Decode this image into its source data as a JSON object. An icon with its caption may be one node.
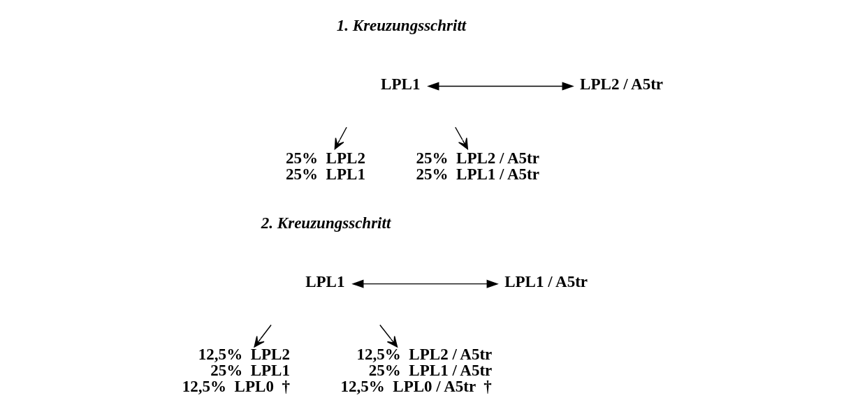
{
  "diagram": {
    "nodes": [
      {
        "text": [
          "LPL1"
        ]
      },
      {
        "text": [
          "LPL2 / A5tr"
        ]
      },
      {
        "text": [
          "25%  LPL2",
          "25%  LPL1"
        ]
      },
      {
        "text": [
          "25%  LPL2 / A5tr",
          "25%  LPL1 / A5tr"
        ]
      },
      {
        "text": [
          "LPL1"
        ]
      },
      {
        "text": [
          "LPL1 / A5tr"
        ]
      },
      {
        "text": [
          "12,5%  LPL2",
          "25%  LPL1",
          "12,5%  LPL0  †"
        ]
      },
      {
        "text": [
          "12,5%  LPL2 / A5tr",
          "25%  LPL1 / A5tr",
          "12,5%  LPL0 / A5tr  †"
        ]
      }
    ],
    "edges": [
      {
        "from": 0,
        "to": 1,
        "arrow": "both"
      },
      {
        "from": null,
        "to": 2,
        "arrow": "to"
      },
      {
        "from": null,
        "to": 3,
        "arrow": "to"
      },
      {
        "from": 4,
        "to": 5,
        "arrow": "both"
      },
      {
        "from": null,
        "to": 6,
        "arrow": "to"
      },
      {
        "from": null,
        "to": 7,
        "arrow": "to"
      }
    ],
    "labels": [
      "1. Kreuzungsschritt",
      "2. Kreuzungsschritt"
    ]
  }
}
